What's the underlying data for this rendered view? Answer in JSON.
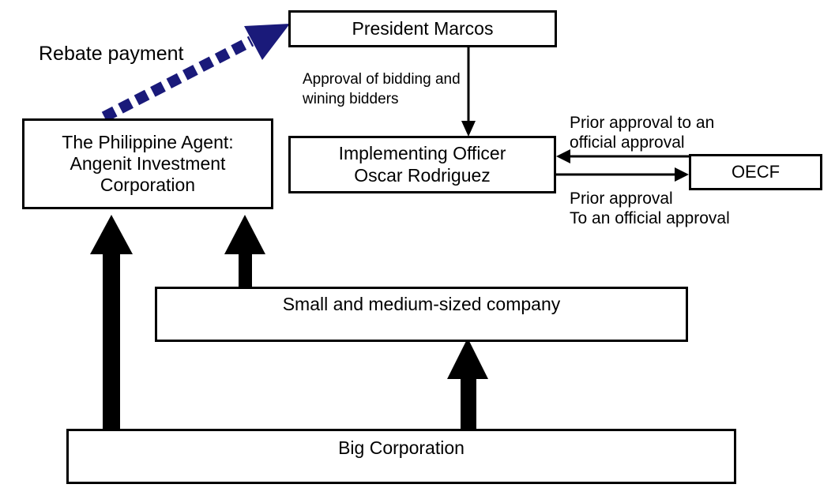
{
  "diagram": {
    "nodes": {
      "president": "President Marcos",
      "agent": "The Philippine Agent:\nAngenit Investment\nCorporation",
      "officer": "Implementing Officer\nOscar Rodriguez",
      "oecf": "OECF",
      "sme": "Small and medium-sized company",
      "big": "Big Corporation"
    },
    "edge_labels": {
      "rebate": "Rebate payment",
      "approval_bidding": "Approval  of  bidding  and\nwining bidders",
      "prior_to_officer": "Prior  approval  to  an\nofficial approval",
      "prior_to_oecf": "Prior approval\nTo an official approval"
    },
    "colors": {
      "rebate_arrow": "#1a1a7a",
      "line": "#000000"
    }
  }
}
